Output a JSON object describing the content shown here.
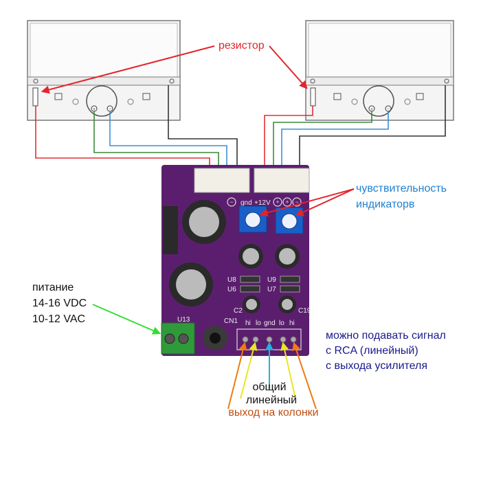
{
  "labels": {
    "resistor": "резистор",
    "sensitivity_line1": "чувствительность",
    "sensitivity_line2": "индикаторв",
    "power": [
      "питание",
      "14-16 VDC",
      "10-12 VAC"
    ],
    "signal": [
      "можно подавать сигнал",
      "с RCA (линейный)",
      "с выхода усилителя"
    ],
    "bottom": [
      "общий",
      "линейный",
      "выход на колонки"
    ]
  },
  "board": {
    "header_left": "gnd",
    "header_right": "+12V",
    "cap_labels": [
      "C2",
      "C19"
    ],
    "regulators": [
      "U8",
      "U6",
      "U9",
      "U7"
    ],
    "power_conn": "U13",
    "jack": "CN1",
    "input_pins": [
      "hi",
      "lo",
      "gnd",
      "lo",
      "hi"
    ]
  },
  "colors": {
    "board": "#5b1e6e",
    "wire_red": "#e03030",
    "wire_green": "#3a8a3a",
    "wire_blue": "#3a8fd8",
    "wire_black": "#333333",
    "arrow_red": "#e3242b",
    "arrow_green": "#33dd33",
    "arrow_blue": "#1fb4e0",
    "arrow_yellow": "#e8e820",
    "arrow_orange": "#f07a10"
  }
}
